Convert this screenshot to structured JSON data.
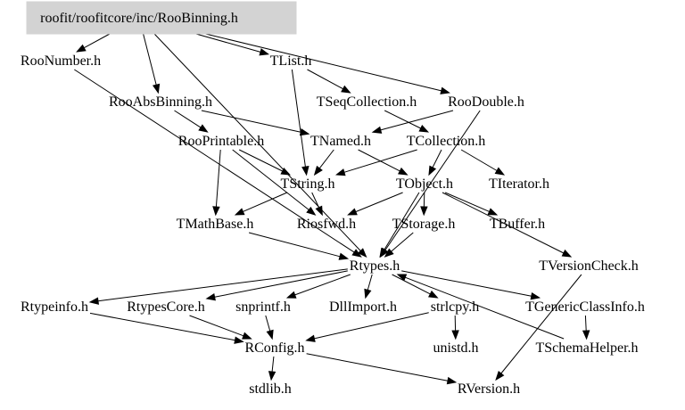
{
  "graph": {
    "title": "roofit/roofitcore/inc/RooBinning.h",
    "root": "roofit/roofitcore/inc/RooBinning.h",
    "nodes": [
      {
        "id": "root",
        "label": "roofit/roofitcore/inc/RooBinning.h",
        "highlighted": true
      },
      {
        "id": "RooNumber",
        "label": "RooNumber.h"
      },
      {
        "id": "TList",
        "label": "TList.h"
      },
      {
        "id": "RooAbsBinning",
        "label": "RooAbsBinning.h"
      },
      {
        "id": "TSeqCollection",
        "label": "TSeqCollection.h"
      },
      {
        "id": "RooDouble",
        "label": "RooDouble.h"
      },
      {
        "id": "RooPrintable",
        "label": "RooPrintable.h"
      },
      {
        "id": "TNamed",
        "label": "TNamed.h"
      },
      {
        "id": "TCollection",
        "label": "TCollection.h"
      },
      {
        "id": "TString",
        "label": "TString.h"
      },
      {
        "id": "TObject",
        "label": "TObject.h"
      },
      {
        "id": "TIterator",
        "label": "TIterator.h"
      },
      {
        "id": "TMathBase",
        "label": "TMathBase.h"
      },
      {
        "id": "Riosfwd",
        "label": "Riosfwd.h"
      },
      {
        "id": "TStorage",
        "label": "TStorage.h"
      },
      {
        "id": "TBuffer",
        "label": "TBuffer.h"
      },
      {
        "id": "Rtypes",
        "label": "Rtypes.h"
      },
      {
        "id": "TVersionCheck",
        "label": "TVersionCheck.h"
      },
      {
        "id": "Rtypeinfo",
        "label": "Rtypeinfo.h"
      },
      {
        "id": "RtypesCore",
        "label": "RtypesCore.h"
      },
      {
        "id": "snprintf",
        "label": "snprintf.h"
      },
      {
        "id": "DllImport",
        "label": "DllImport.h"
      },
      {
        "id": "strlcpy",
        "label": "strlcpy.h"
      },
      {
        "id": "TGenericClassInfo",
        "label": "TGenericClassInfo.h"
      },
      {
        "id": "RConfig",
        "label": "RConfig.h"
      },
      {
        "id": "unistd",
        "label": "unistd.h"
      },
      {
        "id": "TSchemaHelper",
        "label": "TSchemaHelper.h"
      },
      {
        "id": "stdlib",
        "label": "stdlib.h"
      },
      {
        "id": "RVersion",
        "label": "RVersion.h"
      }
    ],
    "edges": [
      [
        "root",
        "RooNumber"
      ],
      [
        "root",
        "RooAbsBinning"
      ],
      [
        "root",
        "TList"
      ],
      [
        "root",
        "RooDouble"
      ],
      [
        "root",
        "Rtypes"
      ],
      [
        "RooNumber",
        "Rtypes"
      ],
      [
        "RooAbsBinning",
        "RooPrintable"
      ],
      [
        "RooAbsBinning",
        "TNamed"
      ],
      [
        "TList",
        "TSeqCollection"
      ],
      [
        "TList",
        "TString"
      ],
      [
        "TSeqCollection",
        "TCollection"
      ],
      [
        "RooDouble",
        "TNamed"
      ],
      [
        "RooDouble",
        "Rtypes"
      ],
      [
        "RooPrintable",
        "TString"
      ],
      [
        "RooPrintable",
        "Riosfwd"
      ],
      [
        "RooPrintable",
        "TMathBase"
      ],
      [
        "TNamed",
        "TString"
      ],
      [
        "TNamed",
        "TObject"
      ],
      [
        "TCollection",
        "TString"
      ],
      [
        "TCollection",
        "TObject"
      ],
      [
        "TCollection",
        "TIterator"
      ],
      [
        "TString",
        "TMathBase"
      ],
      [
        "TString",
        "Riosfwd"
      ],
      [
        "TObject",
        "Riosfwd"
      ],
      [
        "TObject",
        "TStorage"
      ],
      [
        "TObject",
        "TBuffer"
      ],
      [
        "TObject",
        "Rtypes"
      ],
      [
        "TObject",
        "TVersionCheck"
      ],
      [
        "TMathBase",
        "Rtypes"
      ],
      [
        "TStorage",
        "Rtypes"
      ],
      [
        "TVersionCheck",
        "RVersion"
      ],
      [
        "Rtypes",
        "Rtypeinfo"
      ],
      [
        "Rtypes",
        "RtypesCore"
      ],
      [
        "Rtypes",
        "snprintf"
      ],
      [
        "Rtypes",
        "DllImport"
      ],
      [
        "Rtypes",
        "strlcpy"
      ],
      [
        "Rtypes",
        "TGenericClassInfo"
      ],
      [
        "Rtypeinfo",
        "RConfig"
      ],
      [
        "RtypesCore",
        "RConfig"
      ],
      [
        "snprintf",
        "RConfig"
      ],
      [
        "strlcpy",
        "RConfig"
      ],
      [
        "strlcpy",
        "unistd"
      ],
      [
        "TGenericClassInfo",
        "TSchemaHelper"
      ],
      [
        "TSchemaHelper",
        "Rtypes"
      ],
      [
        "RConfig",
        "stdlib"
      ],
      [
        "RConfig",
        "RVersion"
      ]
    ]
  }
}
